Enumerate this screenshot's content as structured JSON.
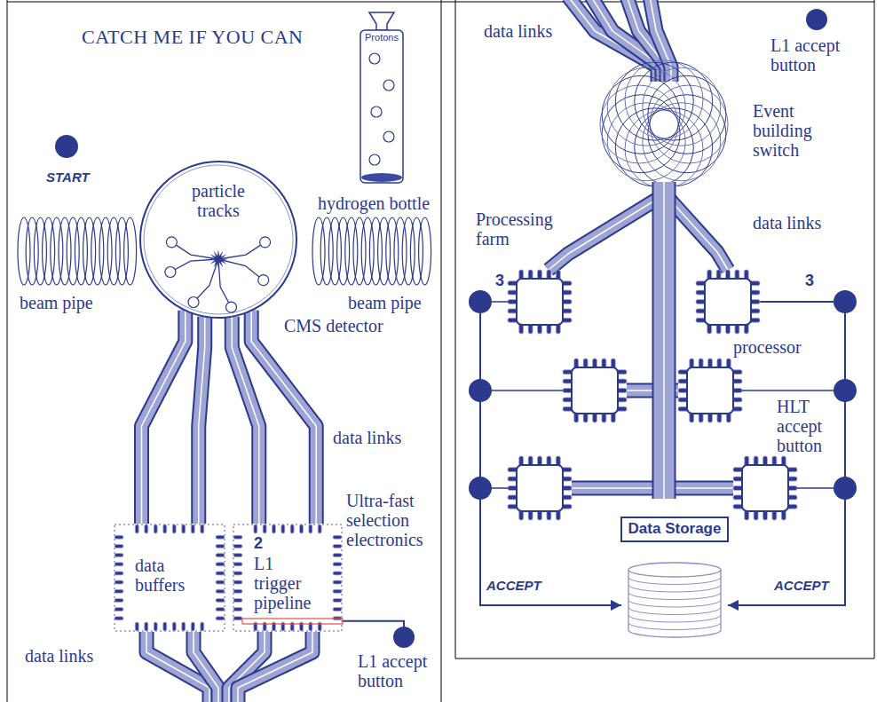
{
  "diagram": {
    "title": "CATCH ME IF YOU CAN",
    "nodes": [
      {
        "text": [
          "Protons",
          "hydrogen bottle"
        ]
      },
      {
        "text": [
          "START"
        ]
      },
      {
        "text": [
          "particle tracks",
          "CMS detector"
        ]
      },
      {
        "text": [
          "data buffers"
        ]
      },
      {
        "text": [
          "2",
          "L1 trigger pipeline"
        ]
      },
      {
        "text": [
          "L1 accept button"
        ]
      },
      {
        "text": [
          "L1 accept button"
        ]
      },
      {
        "text": [
          "3"
        ]
      },
      {
        "text": [
          "processor"
        ]
      },
      {
        "text": [
          "3"
        ]
      },
      {
        "text": [
          "HLT accept button"
        ]
      },
      {
        "text": [
          "Data Storage"
        ]
      }
    ],
    "edges": [
      {
        "from": 2,
        "to": 3,
        "arrow": "none"
      },
      {
        "from": 2,
        "to": 3,
        "arrow": "none"
      },
      {
        "from": 2,
        "to": 4,
        "arrow": "none"
      },
      {
        "from": 2,
        "to": 4,
        "arrow": "none"
      },
      {
        "from": 4,
        "to": 5,
        "arrow": "none"
      },
      {
        "from": 7,
        "to": 11,
        "arrow": "to",
        "label": "ACCEPT"
      },
      {
        "from": 8,
        "to": 9,
        "arrow": "none"
      },
      {
        "from": 9,
        "to": 11,
        "arrow": "to",
        "label": "ACCEPT"
      }
    ],
    "labels": [
      "beam pipe",
      "beam pipe",
      "data links",
      "Ultra-fast selection electronics",
      "data links",
      "data links",
      "Event building switch",
      "Processing farm",
      "data links"
    ]
  }
}
